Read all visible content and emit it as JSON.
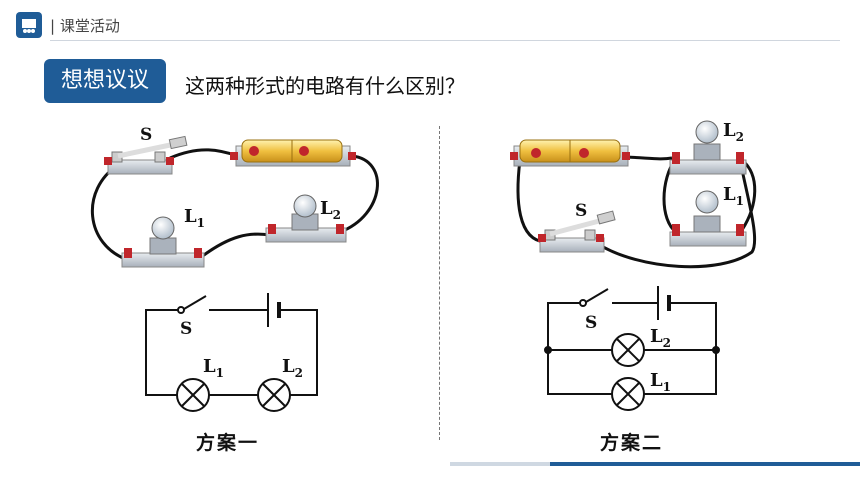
{
  "header": {
    "section_title": "| 课堂活动",
    "logo_icon": "classroom-icon"
  },
  "badge": "想想议议",
  "question": "这两种形式的电路有什么区别？",
  "left": {
    "caption": "方案一",
    "labels": {
      "switch": "S",
      "lamp1": "L",
      "lamp1_sub": "1",
      "lamp2": "L",
      "lamp2_sub": "2"
    }
  },
  "right": {
    "caption": "方案二",
    "labels": {
      "switch": "S",
      "lamp1": "L",
      "lamp1_sub": "1",
      "lamp2": "L",
      "lamp2_sub": "2"
    }
  },
  "colors": {
    "brand": "#1f5c97",
    "wire": "#111111",
    "terminal": "#c0262b",
    "battery": "#f0c040"
  }
}
